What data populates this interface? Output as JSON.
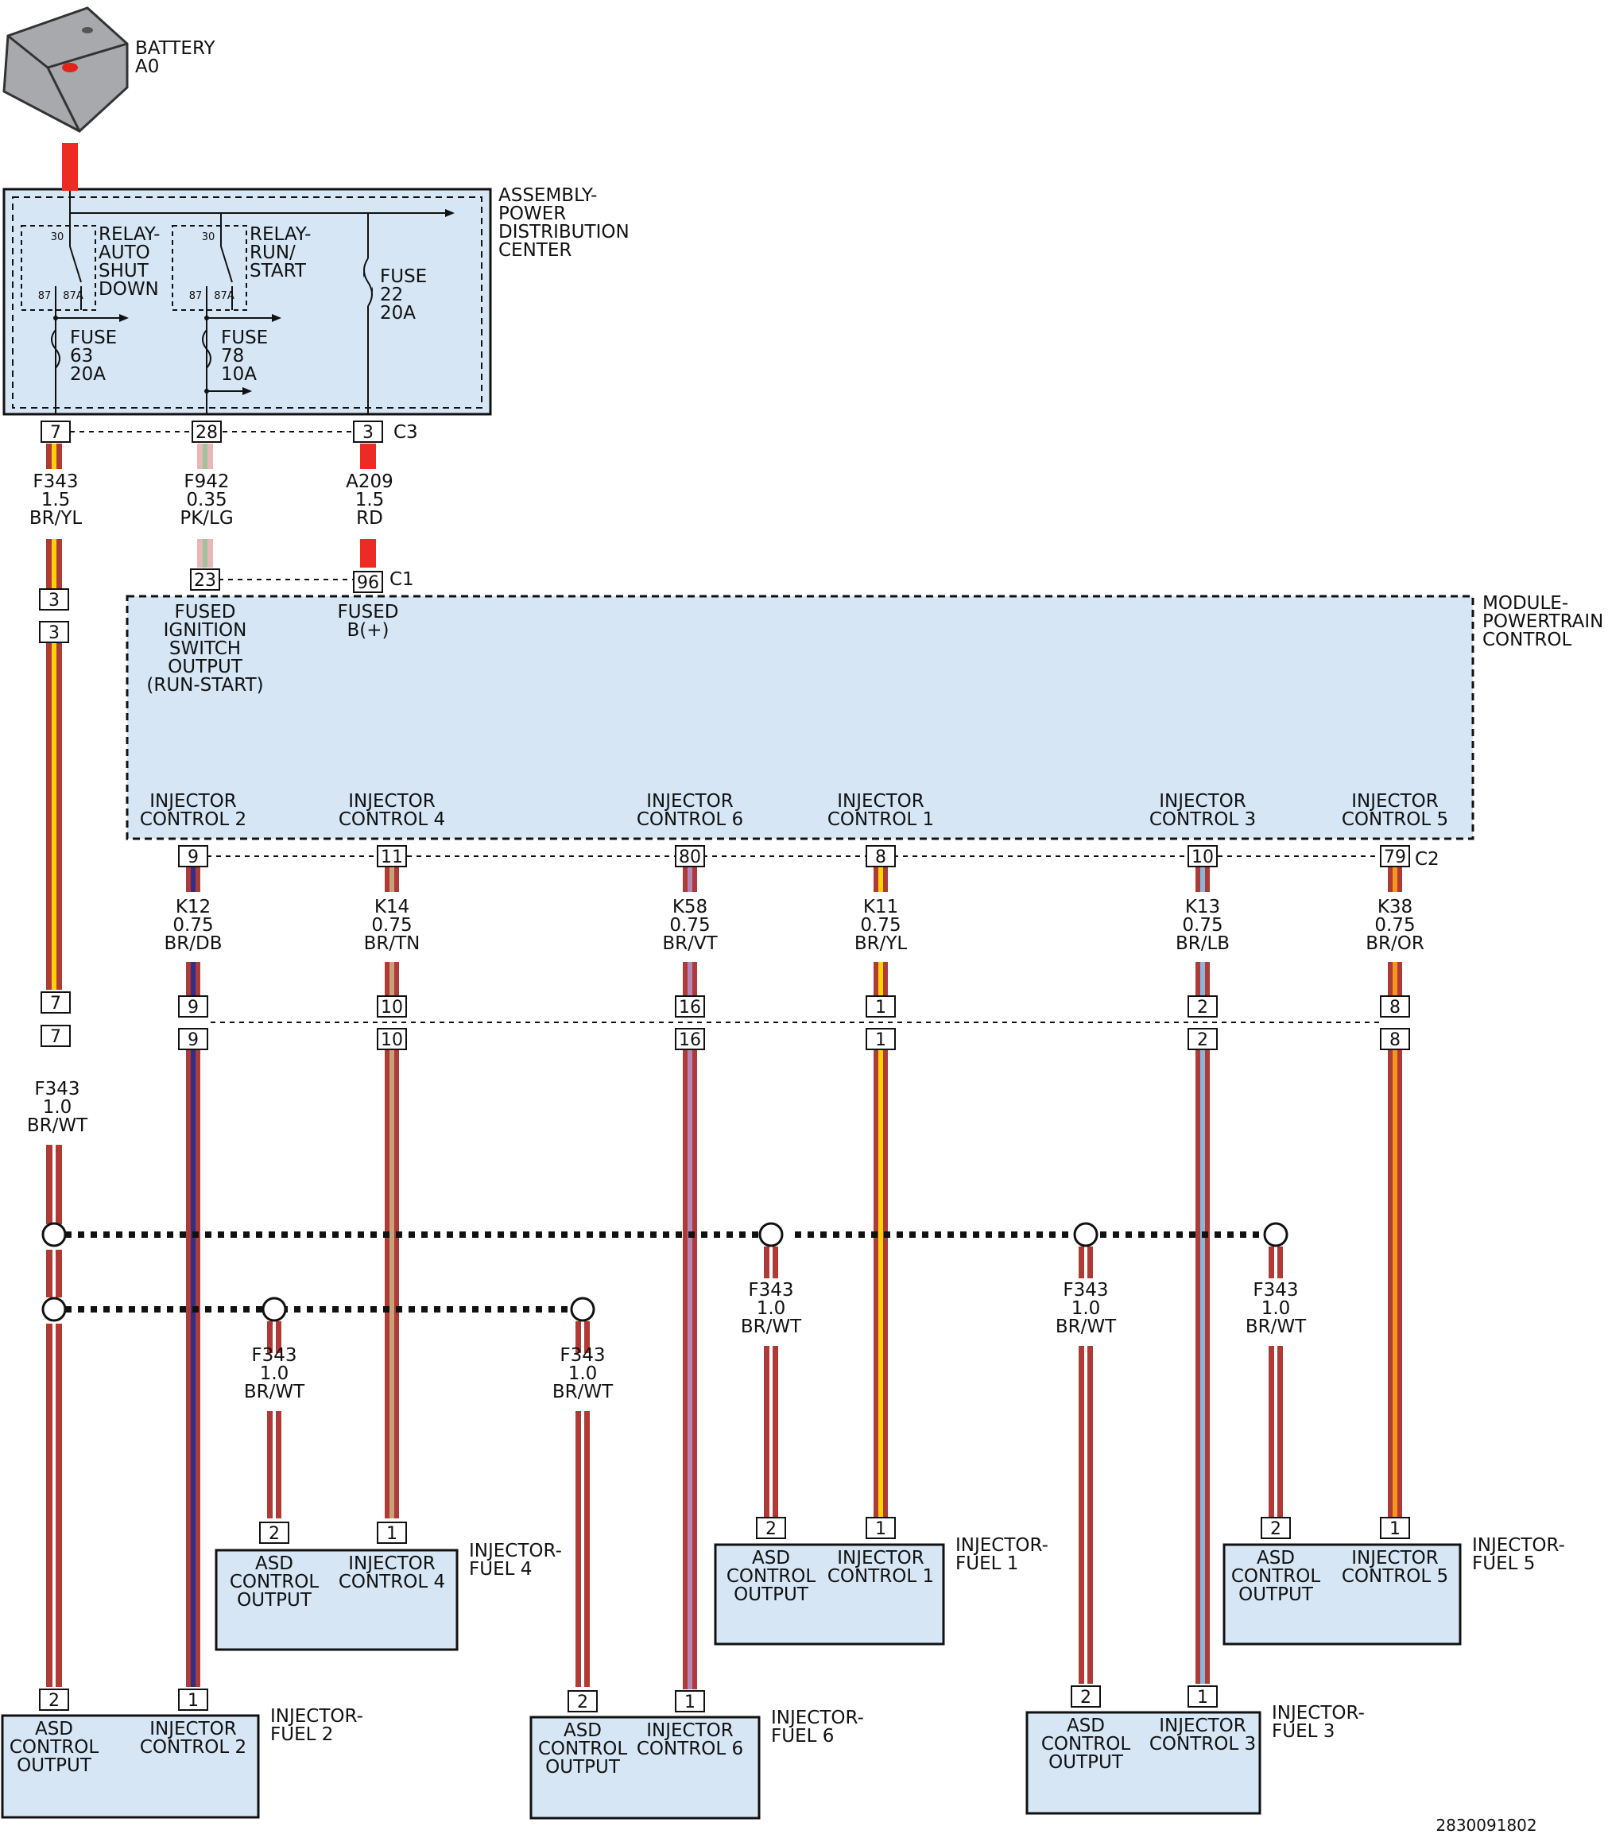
{
  "colors": {
    "RD": "#ee2a24",
    "BR": "#b03a36",
    "YL": "#ffd200",
    "PK": "#e9b8b6",
    "LG": "#9fc49c",
    "DB": "#2e2f86",
    "TN": "#c9a27c",
    "VT": "#b487b8",
    "LB": "#8fb4d9",
    "OR": "#f7941d",
    "WT": "#ffffff",
    "box": "#d6e6f5"
  },
  "battery": {
    "name": "BATTERY",
    "code": "A0"
  },
  "pdc": {
    "label": [
      "ASSEMBLY-",
      "POWER",
      "DISTRIBUTION",
      "CENTER"
    ],
    "connector": "C3",
    "relay_asd": {
      "label": [
        "RELAY-",
        "AUTO",
        "SHUT",
        "DOWN"
      ],
      "pin30": "30",
      "pin87": "87",
      "pin87a": "87A"
    },
    "relay_run": {
      "label": [
        "RELAY-",
        "RUN/",
        "START"
      ],
      "pin30": "30",
      "pin87": "87",
      "pin87a": "87A"
    },
    "fuse22": [
      "FUSE",
      "22",
      "20A"
    ],
    "fuse63": [
      "FUSE",
      "63",
      "20A"
    ],
    "fuse78": [
      "FUSE",
      "78",
      "10A"
    ]
  },
  "pcm": {
    "label": [
      "MODULE-",
      "POWERTRAIN",
      "CONTROL"
    ],
    "conn_c1": "C1",
    "conn_c2": "C2",
    "fused_ign": [
      "FUSED",
      "IGNITION",
      "SWITCH",
      "OUTPUT",
      "(RUN-START)"
    ],
    "fused_b": [
      "FUSED",
      "B(+)"
    ],
    "inj_labels": [
      [
        "INJECTOR",
        "CONTROL 2"
      ],
      [
        "INJECTOR",
        "CONTROL 4"
      ],
      [
        "INJECTOR",
        "CONTROL 6"
      ],
      [
        "INJECTOR",
        "CONTROL 1"
      ],
      [
        "INJECTOR",
        "CONTROL 3"
      ],
      [
        "INJECTOR",
        "CONTROL 5"
      ]
    ]
  },
  "pins": {
    "c3": [
      "7",
      "28",
      "3"
    ],
    "c1": [
      "23",
      "96"
    ],
    "f343_inline_a": [
      "3",
      "3"
    ],
    "f343_inline_b": [
      "7",
      "7"
    ],
    "c2": [
      "9",
      "11",
      "80",
      "8",
      "10",
      "79"
    ],
    "inline_top": [
      "9",
      "10",
      "16",
      "1",
      "2",
      "8"
    ],
    "inline_bot": [
      "9",
      "10",
      "16",
      "1",
      "2",
      "8"
    ]
  },
  "wires": {
    "f343_top": [
      "F343",
      "1.5",
      "BR/YL"
    ],
    "f942": [
      "F942",
      "0.35",
      "PK/LG"
    ],
    "a209": [
      "A209",
      "1.5",
      "RD"
    ],
    "f343_mid": [
      "F343",
      "1.0",
      "BR/WT"
    ],
    "k12": [
      "K12",
      "0.75",
      "BR/DB"
    ],
    "k14": [
      "K14",
      "0.75",
      "BR/TN"
    ],
    "k58": [
      "K58",
      "0.75",
      "BR/VT"
    ],
    "k11": [
      "K11",
      "0.75",
      "BR/YL"
    ],
    "k13": [
      "K13",
      "0.75",
      "BR/LB"
    ],
    "k38": [
      "K38",
      "0.75",
      "BR/OR"
    ],
    "f343_branch": [
      "F343",
      "1.0",
      "BR/WT"
    ]
  },
  "injectors": [
    {
      "name": [
        "INJECTOR-",
        "FUEL 4"
      ],
      "pin_asd": "2",
      "pin_inj": "1",
      "asd": [
        "ASD",
        "CONTROL",
        "OUTPUT"
      ],
      "inj": [
        "INJECTOR",
        "CONTROL 4"
      ]
    },
    {
      "name": [
        "INJECTOR-",
        "FUEL 1"
      ],
      "pin_asd": "2",
      "pin_inj": "1",
      "asd": [
        "ASD",
        "CONTROL",
        "OUTPUT"
      ],
      "inj": [
        "INJECTOR",
        "CONTROL 1"
      ]
    },
    {
      "name": [
        "INJECTOR-",
        "FUEL 5"
      ],
      "pin_asd": "2",
      "pin_inj": "1",
      "asd": [
        "ASD",
        "CONTROL",
        "OUTPUT"
      ],
      "inj": [
        "INJECTOR",
        "CONTROL 5"
      ]
    },
    {
      "name": [
        "INJECTOR-",
        "FUEL 2"
      ],
      "pin_asd": "2",
      "pin_inj": "1",
      "asd": [
        "ASD",
        "CONTROL",
        "OUTPUT"
      ],
      "inj": [
        "INJECTOR",
        "CONTROL 2"
      ]
    },
    {
      "name": [
        "INJECTOR-",
        "FUEL 6"
      ],
      "pin_asd": "2",
      "pin_inj": "1",
      "asd": [
        "ASD",
        "CONTROL",
        "OUTPUT"
      ],
      "inj": [
        "INJECTOR",
        "CONTROL 6"
      ]
    },
    {
      "name": [
        "INJECTOR-",
        "FUEL 3"
      ],
      "pin_asd": "2",
      "pin_inj": "1",
      "asd": [
        "ASD",
        "CONTROL",
        "OUTPUT"
      ],
      "inj": [
        "INJECTOR",
        "CONTROL 3"
      ]
    }
  ],
  "doc_number": "2830091802"
}
